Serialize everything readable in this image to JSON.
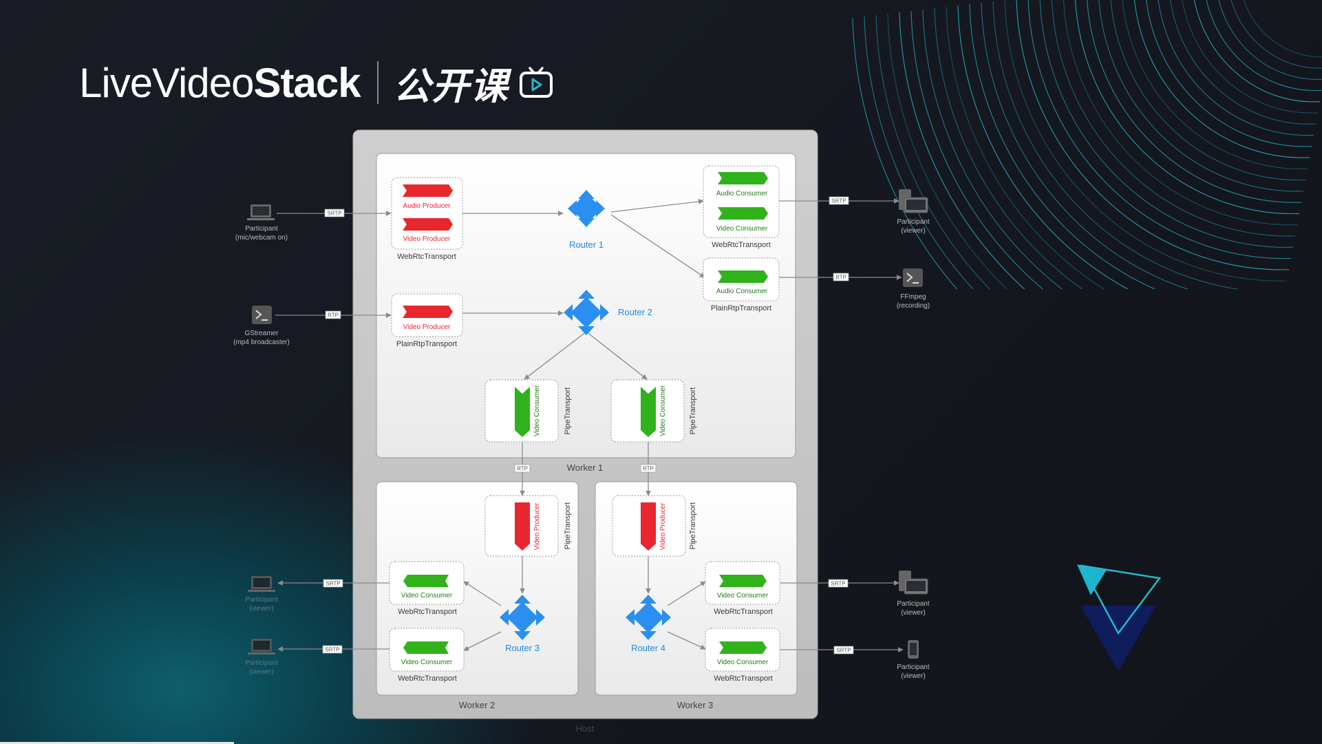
{
  "logo": {
    "brand_prefix": "LiveVideo",
    "brand_suffix": "Stack",
    "cn_title": "公开课"
  },
  "diagram": {
    "host_label": "Host",
    "workers": [
      "Worker 1",
      "Worker 2",
      "Worker 3"
    ],
    "routers": [
      "Router 1",
      "Router 2",
      "Router 3",
      "Router 4"
    ],
    "transports": {
      "webrtc": "WebRtcTransport",
      "plainrtp": "PlainRtpTransport",
      "pipe": "PipeTransport"
    },
    "producers": {
      "audio": "Audio Producer",
      "video": "Video Producer"
    },
    "consumers": {
      "audio": "Audio Consumer",
      "video": "Video Consumer"
    },
    "protocols": {
      "srtp": "SRTP",
      "rtp": "RTP"
    },
    "endpoints": {
      "participant_cam": "Participant",
      "participant_cam_sub": "(mic/webcam on)",
      "gstreamer": "GStreamer",
      "gstreamer_sub": "(mp4 broadcaster)",
      "participant_viewer": "Participant",
      "viewer_sub": "(viewer)",
      "ffmpeg": "FFmpeg",
      "ffmpeg_sub": "(recording)"
    }
  },
  "colors": {
    "producer": "#e8262d",
    "consumer": "#2fb21a",
    "router": "#2a8ff0",
    "accent_teal": "#25b8cc"
  },
  "icons": [
    "laptop-icon",
    "terminal-icon",
    "desktop-icon",
    "phone-icon",
    "tv-play-icon"
  ]
}
